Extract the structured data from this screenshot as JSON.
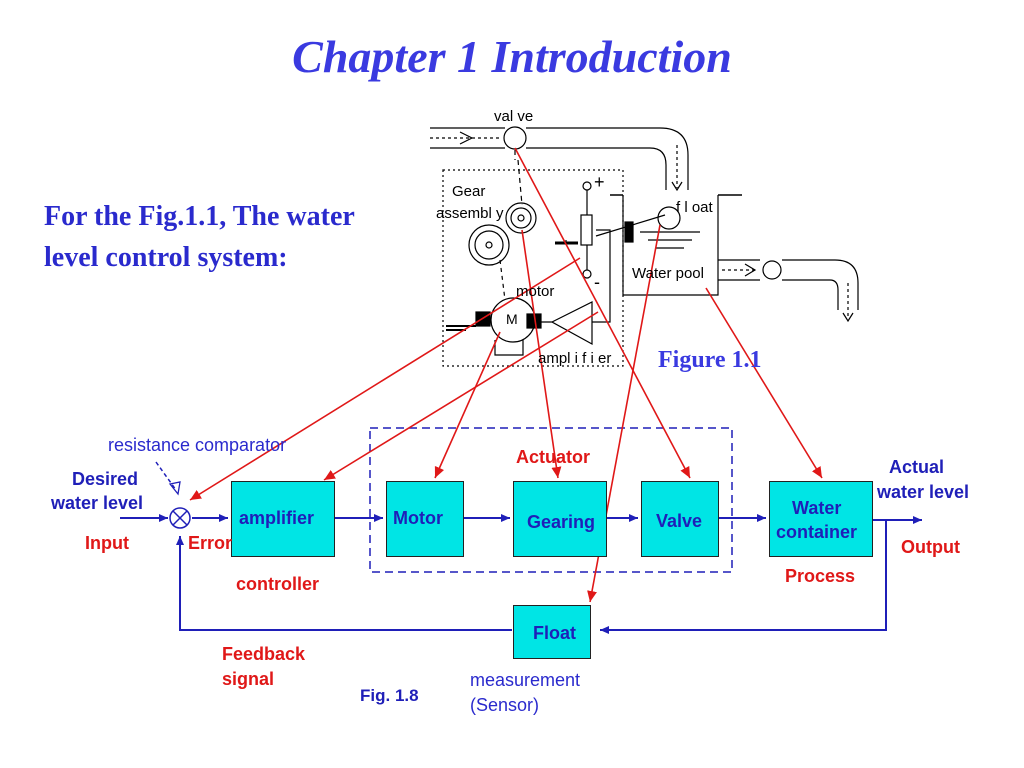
{
  "title": "Chapter 1   Introduction",
  "intro_text": "For the Fig.1.1,  The water level control system:",
  "figure1": {
    "caption": "Figure 1.1",
    "labels": {
      "valve": "val ve",
      "gear": "Gear",
      "assembly": "assembl y",
      "float": "f l oat",
      "water_pool": "Water  pool",
      "motor": "motor",
      "motor_symbol": "M",
      "amplifier": "ampl i f i er",
      "plus": "+",
      "minus": "-"
    }
  },
  "diagram": {
    "resistance_comparator": "resistance comparator",
    "desired_water_level": [
      "Desired",
      "water level"
    ],
    "input": "Input",
    "error": "Error",
    "controller": "controller",
    "actuator": "Actuator",
    "process": "Process",
    "actual_water_level": [
      "Actual",
      "water level"
    ],
    "output": "Output",
    "feedback_signal": [
      "Feedback",
      "signal"
    ],
    "measurement_sensor": [
      "measurement",
      "(Sensor)"
    ],
    "fig_caption": "Fig. 1.8",
    "blocks": {
      "amplifier": "amplifier",
      "motor": "Motor",
      "gearing": "Gearing",
      "valve": "Valve",
      "water_container": [
        "Water",
        "container"
      ],
      "float": "Float"
    }
  },
  "colors": {
    "title_blue": "#3a3ae0",
    "signal_blue": "#1f1fb8",
    "annotation_red": "#e01818",
    "block_fill": "#00e5e5"
  }
}
